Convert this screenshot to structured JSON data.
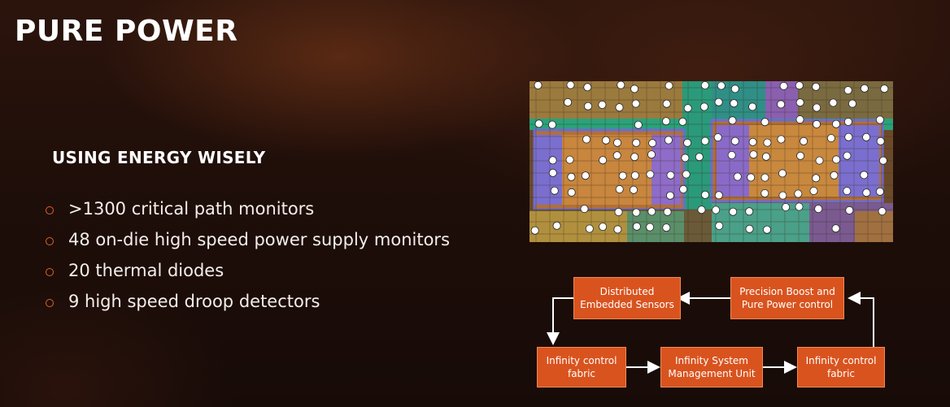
{
  "title": "PURE POWER",
  "section_heading": "USING ENERGY WISELY",
  "bullets": [
    ">1300 critical path monitors",
    "48 on-die high speed power supply monitors",
    "20 thermal diodes",
    "9 high speed droop detectors"
  ],
  "diagram": {
    "boxes": {
      "distributed_sensors": "Distributed Embedded Sensors",
      "precision_boost": "Precision Boost and Pure Power control",
      "infinity_fabric_left": "Infinity control fabric",
      "infinity_smu": "Infinity System Management Unit",
      "infinity_fabric_right": "Infinity control fabric"
    }
  },
  "colors": {
    "accent": "#d9531e",
    "background": "#1f0e09"
  }
}
